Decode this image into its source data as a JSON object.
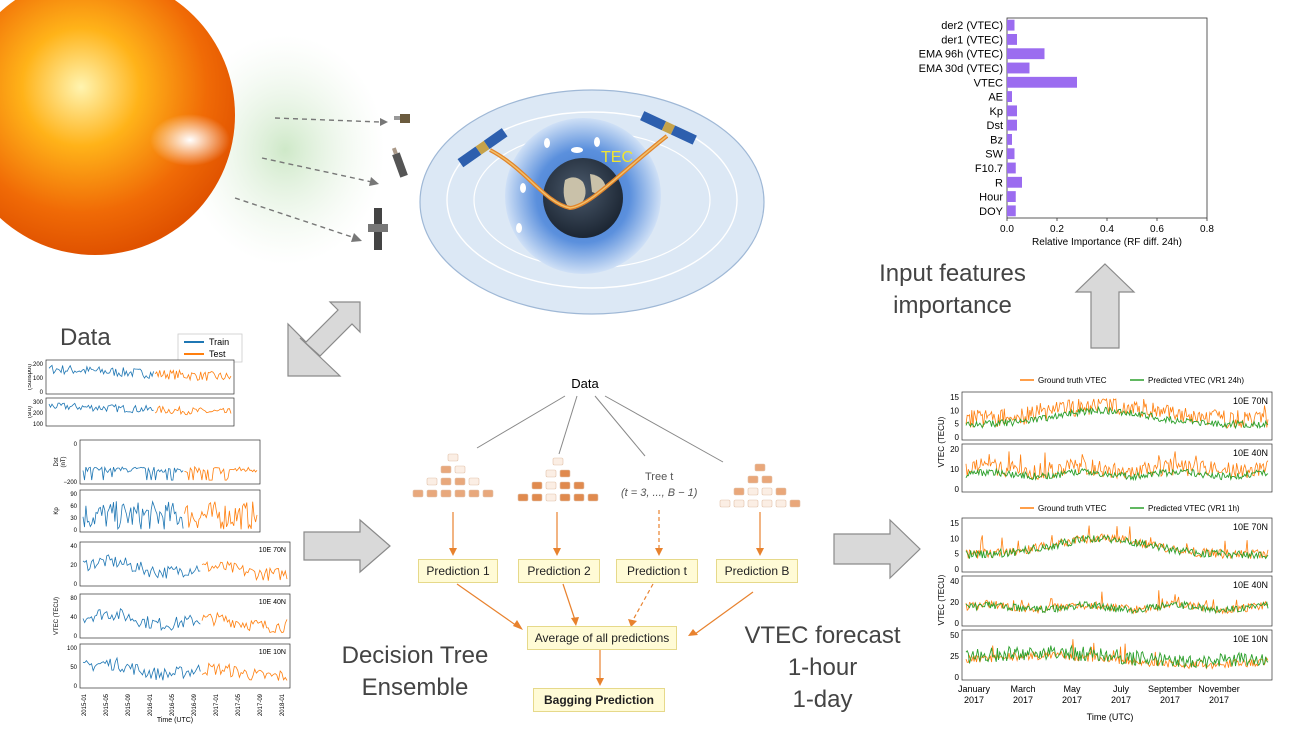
{
  "scene": {
    "tec_label": "TEC"
  },
  "labels": {
    "data_heading": "Data",
    "decision_tree": [
      "Decision Tree",
      "Ensemble"
    ],
    "vtec_forecast": [
      "VTEC forecast",
      "1-hour",
      "1-day"
    ],
    "input_features": [
      "Input features",
      "importance"
    ]
  },
  "ensemble": {
    "root": "Data",
    "tree_t_line1": "Tree t",
    "tree_t_line2": "(t = 3, ..., B − 1)",
    "predictions": [
      "Prediction 1",
      "Prediction 2",
      "Prediction t",
      "Prediction B"
    ],
    "average": "Average of all predictions",
    "bagging": "Bagging Prediction"
  },
  "left_panel": {
    "legend": [
      "Train",
      "Test"
    ],
    "colors": {
      "train": "#1f77b4",
      "test": "#ff7f0e"
    },
    "axes": [
      {
        "ylabel": "R\n(Sunspot)",
        "ticks": [
          "200",
          "100",
          "0"
        ],
        "tag": ""
      },
      {
        "ylabel": "F10.7\n(sfu)",
        "ticks": [
          "300",
          "200",
          "100"
        ],
        "tag": ""
      },
      {
        "ylabel": "Dst\n(nT)",
        "ticks": [
          "0",
          "−200"
        ],
        "tag": ""
      },
      {
        "ylabel": "Kp",
        "ticks": [
          "90",
          "60",
          "30",
          "0"
        ],
        "tag": ""
      },
      {
        "ylabel": "",
        "ticks": [
          "40",
          "20",
          "0"
        ],
        "tag": "10E 70N"
      },
      {
        "ylabel": "VTEC (TECU)",
        "ticks": [
          "80",
          "40",
          "0"
        ],
        "tag": "10E 40N"
      },
      {
        "ylabel": "",
        "ticks": [
          "100",
          "50",
          "0"
        ],
        "tag": "10E 10N"
      }
    ],
    "xticks": [
      "2015-01",
      "2015-05",
      "2015-09",
      "2016-01",
      "2016-05",
      "2016-09",
      "2017-01",
      "2017-05",
      "2017-09",
      "2018-01"
    ],
    "xlabel": "Time (UTC)"
  },
  "right_panel": {
    "legend_top": [
      "Ground truth VTEC",
      "Predicted VTEC (VR1 24h)"
    ],
    "legend_bottom": [
      "Ground truth VTEC",
      "Predicted VTEC (VR1 1h)"
    ],
    "colors": {
      "truth": "#ff7f0e",
      "pred": "#2ca02c"
    },
    "top_axes": [
      {
        "tag": "10E 70N",
        "ticks": [
          "15",
          "10",
          "5",
          "0"
        ]
      },
      {
        "tag": "10E 40N",
        "ticks": [
          "20",
          "10",
          "0"
        ]
      }
    ],
    "bottom_axes": [
      {
        "tag": "10E 70N",
        "ticks": [
          "15",
          "10",
          "5",
          "0"
        ]
      },
      {
        "tag": "10E 40N",
        "ticks": [
          "40",
          "20",
          "0"
        ]
      },
      {
        "tag": "10E 10N",
        "ticks": [
          "50",
          "25",
          "0"
        ]
      }
    ],
    "ylabel": "VTEC (TECU)",
    "xticks": [
      [
        "January",
        "2017"
      ],
      [
        "March",
        "2017"
      ],
      [
        "May",
        "2017"
      ],
      [
        "July",
        "2017"
      ],
      [
        "September",
        "2017"
      ],
      [
        "November",
        "2017"
      ]
    ],
    "xlabel": "Time (UTC)"
  },
  "chart_data": {
    "type": "bar",
    "orientation": "horizontal",
    "categories": [
      "der2 (VTEC)",
      "der1 (VTEC)",
      "EMA 96h (VTEC)",
      "EMA 30d (VTEC)",
      "VTEC",
      "AE",
      "Kp",
      "Dst",
      "Bz",
      "SW",
      "F10.7",
      "R",
      "Hour",
      "DOY"
    ],
    "values": [
      0.03,
      0.04,
      0.15,
      0.09,
      0.28,
      0.02,
      0.04,
      0.04,
      0.02,
      0.03,
      0.035,
      0.06,
      0.035,
      0.035
    ],
    "xlabel": "Relative Importance (RF diff. 24h)",
    "xlim": [
      0,
      0.8
    ],
    "xticks": [
      "0.0",
      "0.2",
      "0.4",
      "0.6",
      "0.8"
    ],
    "color": "#9b6cf0"
  }
}
